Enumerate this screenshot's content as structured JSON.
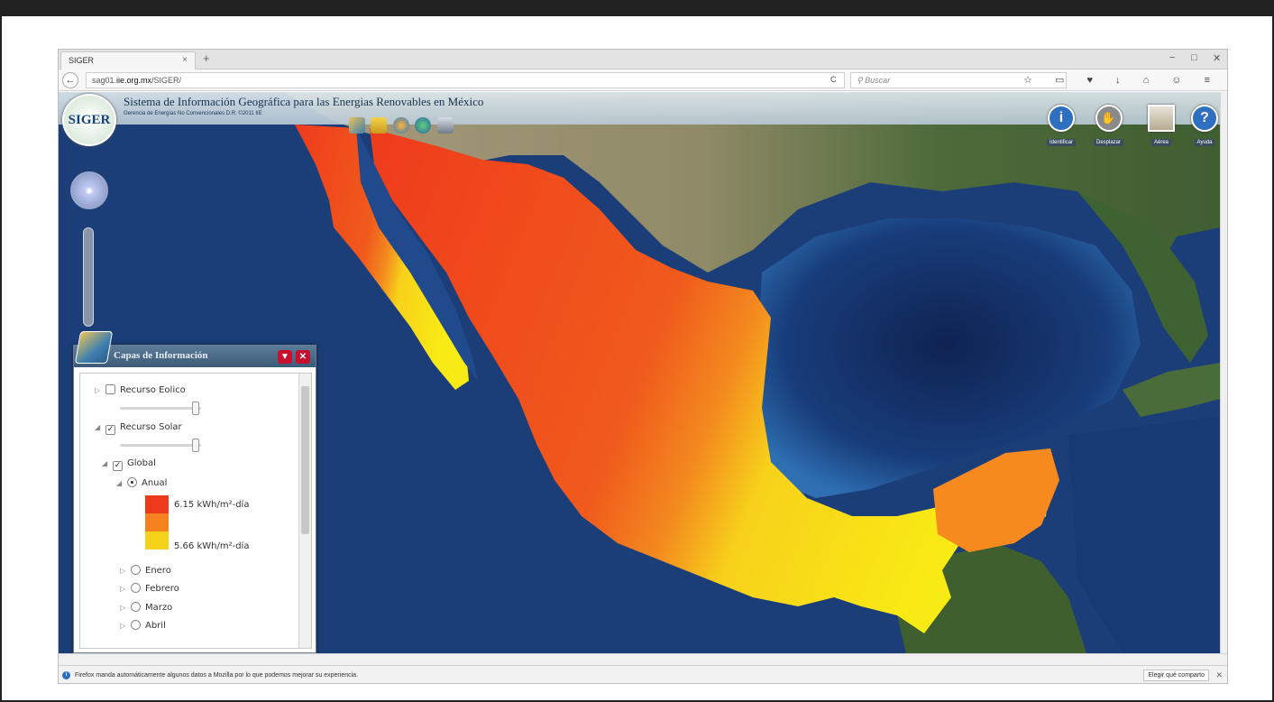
{
  "browser": {
    "tab_title": "SIGER",
    "tab_close": "×",
    "new_tab": "+",
    "url_prefix": "sag01.",
    "url_host": "iie.org.mx",
    "url_path": "/SIGER/",
    "reload": "C",
    "search_placeholder": "Buscar",
    "toolbar_icons": "☆ ▭ ♥ ↓ ⌂ ☺ ≡",
    "win_min": "−",
    "win_max": "□",
    "win_close": "✕"
  },
  "app": {
    "logo_text": "SIGER",
    "title": "Sistema de Información Geográfica para las Energias Renovables en México",
    "subtitle": "Gerencia de Energías No Convencionales D.R. ©2011 IIE"
  },
  "toolbar": {
    "buttons": [
      {
        "label": "Identificar",
        "icon": "info-icon",
        "glyph": "i",
        "color": "#2f6fbf"
      },
      {
        "label": "Desplazar",
        "icon": "hand-icon",
        "glyph": "✋",
        "color": "#8a8a8a"
      },
      {
        "label": "Aérea",
        "icon": "aerial-map-icon",
        "glyph": "",
        "color": "#b5ab92"
      },
      {
        "label": "Ayuda",
        "icon": "help-icon",
        "glyph": "?",
        "color": "#2f6fbf"
      }
    ]
  },
  "layers_panel": {
    "title": "Capas de Información",
    "minimize": "▼",
    "close": "✕",
    "items": [
      {
        "label": "Recurso Eolico",
        "checked": false
      },
      {
        "label": "Recurso Solar",
        "checked": true
      },
      {
        "label": "Global",
        "checked": true
      },
      {
        "label": "Anual",
        "selected": true
      }
    ],
    "legend": {
      "max_label": "6.15 kWh/m²-día",
      "min_label": "5.66 kWh/m²-día",
      "colors": [
        "#ee3a1c",
        "#f6821f",
        "#f7d21a"
      ]
    },
    "months": [
      "Enero",
      "Febrero",
      "Marzo",
      "Abril"
    ]
  },
  "notification": {
    "message": "Firefox manda automáticamente algunos datos a Mozilla por lo que podemos mejorar su experiencia.",
    "share_button": "Elegir qué comparto",
    "close": "✕"
  },
  "colors": {
    "ocean_deep": "#142a56",
    "ocean_shelf": "#2b63a6",
    "land_desert": "#9c8d6e",
    "land_green": "#4f6a3a",
    "solar_high": "#ee3a1c",
    "solar_mid": "#f6821f",
    "solar_low": "#f7e21a"
  }
}
